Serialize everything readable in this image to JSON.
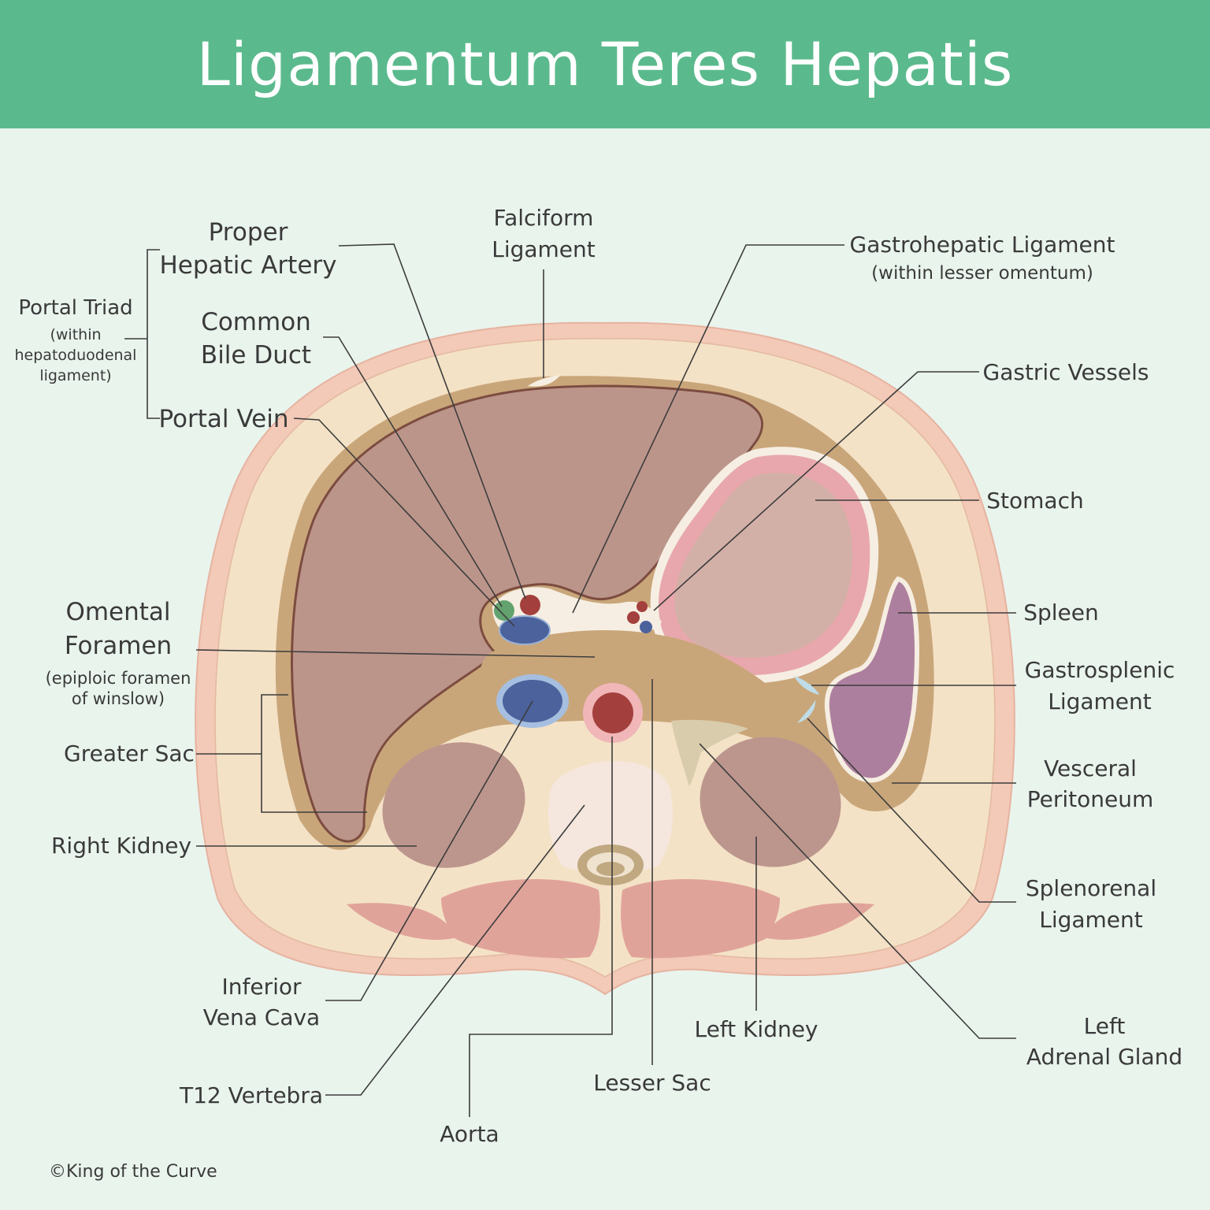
{
  "title": "Ligamentum Teres Hepatis",
  "copyright": "©King of the Curve",
  "colors": {
    "header": "#5bba8d",
    "background": "#e9f4ed",
    "skin": "#f3c9b7",
    "fat": "#f4e2c6",
    "peritoneum": "#c9a67a",
    "liver": "#bc958a",
    "stomach_wall": "#e8a7ac",
    "stomach_lumen": "#d3b0a7",
    "spleen": "#ad7f9e",
    "kidney": "#bc968d",
    "muscle": "#e0a39a",
    "portal_vein": "#4b629c",
    "hepatic_artery": "#a3403d",
    "bile_duct": "#62a26e"
  },
  "labels": {
    "portal_triad": "Portal Triad",
    "portal_triad_note_1": "(within",
    "portal_triad_note_2": "hepatoduodenal",
    "portal_triad_note_3": "ligament)",
    "proper_hepatic_artery_1": "Proper",
    "proper_hepatic_artery_2": "Hepatic Artery",
    "common_bile_duct_1": "Common",
    "common_bile_duct_2": "Bile Duct",
    "portal_vein": "Portal Vein",
    "falciform_1": "Falciform",
    "falciform_2": "Ligament",
    "gastrohepatic_1": "Gastrohepatic Ligament",
    "gastrohepatic_2": "(within lesser omentum)",
    "gastric_vessels": "Gastric Vessels",
    "stomach": "Stomach",
    "spleen": "Spleen",
    "gastrosplenic_1": "Gastrosplenic",
    "gastrosplenic_2": "Ligament",
    "visceral_peritoneum_1": "Vesceral",
    "visceral_peritoneum_2": "Peritoneum",
    "splenorenal_1": "Splenorenal",
    "splenorenal_2": "Ligament",
    "left_adrenal_1": "Left",
    "left_adrenal_2": "Adrenal Gland",
    "left_kidney": "Left Kidney",
    "lesser_sac": "Lesser Sac",
    "aorta": "Aorta",
    "t12_vertebra": "T12 Vertebra",
    "ivc_1": "Inferior",
    "ivc_2": "Vena Cava",
    "right_kidney": "Right Kidney",
    "greater_sac": "Greater Sac",
    "omental_foramen_1": "Omental",
    "omental_foramen_2": "Foramen",
    "omental_foramen_3": "(epiploic foramen",
    "omental_foramen_4": "of winslow)"
  }
}
